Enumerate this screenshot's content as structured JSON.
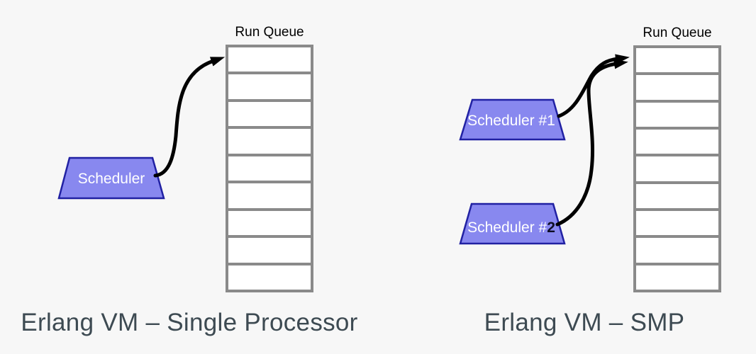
{
  "colors": {
    "page-bg": "#f7f7f7",
    "trapezoid-fill": "#8888ef",
    "trapezoid-border": "#2121a3",
    "trapezoid-text": "#ffffff",
    "trapezoid-dark-text": "#0d0d24",
    "queue-border": "#8a8a8a",
    "queue-cell": "#ffffff",
    "arrow": "#000000",
    "label": "#000000",
    "caption": "#3d4a52"
  },
  "left_diagram": {
    "run_queue_label": "Run Queue",
    "slot_count": 9,
    "scheduler": {
      "label": "Scheduler",
      "dark_suffix": ""
    },
    "caption": "Erlang VM – Single Processor"
  },
  "right_diagram": {
    "run_queue_label": "Run Queue",
    "slot_count": 9,
    "schedulers": [
      {
        "label": "Scheduler #1",
        "dark_suffix": ""
      },
      {
        "label": "Scheduler #",
        "dark_suffix": "2"
      }
    ],
    "caption": "Erlang VM – SMP"
  }
}
